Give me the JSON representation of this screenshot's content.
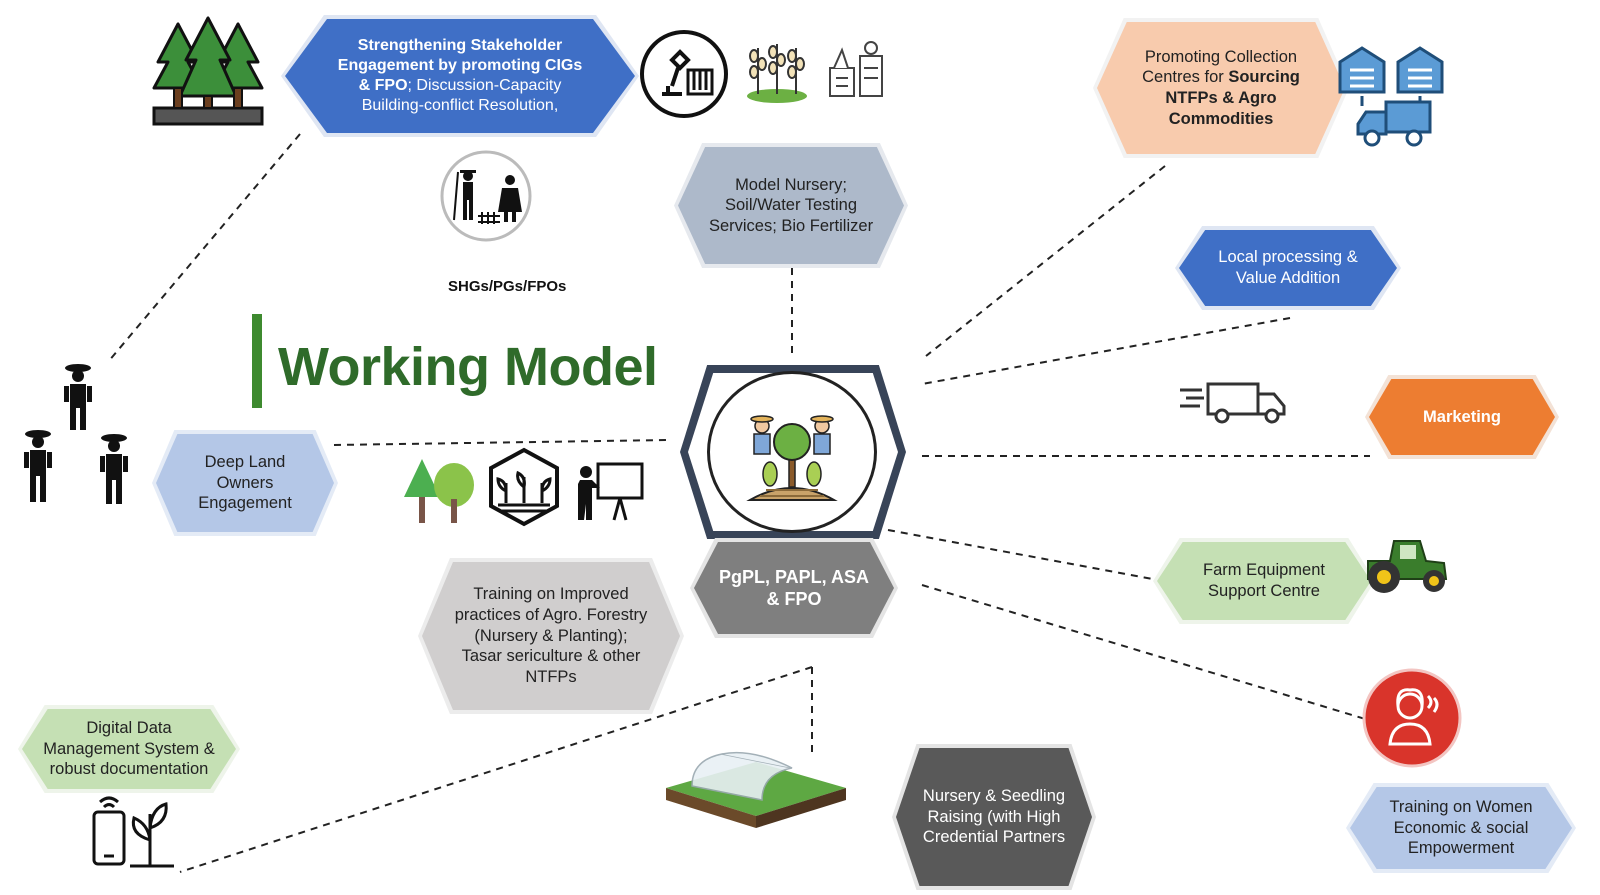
{
  "title": "Working Model",
  "center": {
    "label": "PgPL, PAPL, ASA & FPO"
  },
  "nodes": {
    "stakeholder": {
      "bold": "Strengthening Stakeholder Engagement by promoting CIGs & FPO",
      "rest": "; Discussion-Capacity Building-conflict Resolution,"
    },
    "nursery_soil": {
      "text": "Model Nursery; Soil/Water Testing Services; Bio Fertilizer"
    },
    "shg_caption": {
      "text": "SHGs/PGs/FPOs"
    },
    "collection": {
      "pre": "Promoting Collection Centres for ",
      "bold": "Sourcing NTFPs & Agro Commodities"
    },
    "processing": {
      "text": "Local processing & Value Addition"
    },
    "marketing": {
      "text": "Marketing"
    },
    "farm_equipment": {
      "text": "Farm Equipment Support Centre"
    },
    "women": {
      "text": "Training on Women Economic & social Empowerment"
    },
    "seedling": {
      "text": "Nursery & Seedling Raising (with High Credential Partners"
    },
    "training_agro": {
      "text": "Training on Improved practices of Agro. Forestry (Nursery & Planting); Tasar sericulture & other NTFPs"
    },
    "digital": {
      "text": "Digital Data Management System & robust documentation"
    },
    "land_owners": {
      "text": "Deep Land Owners Engagement"
    }
  },
  "colors": {
    "title_green": "#2f6b2a",
    "blue": "#3f6fc6",
    "peach": "#f8cbad",
    "light_blue": "#b4c7e7",
    "slate": "#adb9ca",
    "orange": "#ed7d31",
    "light_green": "#c5e0b4",
    "dark_gray": "#595959",
    "light_gray": "#d0cece",
    "center_gray": "#7f7f7f"
  },
  "icons": [
    "trees-icon",
    "microscope-icon",
    "crops-icon",
    "lab-machine-icon",
    "farmers-couple-icon",
    "warehouse-truck-icon",
    "delivery-truck-icon",
    "tractor-icon",
    "woman-worker-icon",
    "greenhouse-icon",
    "phone-plant-icon",
    "forest-icon",
    "plants-hex-icon",
    "trainer-board-icon",
    "farmers-group-icon",
    "center-farmers-icon"
  ]
}
